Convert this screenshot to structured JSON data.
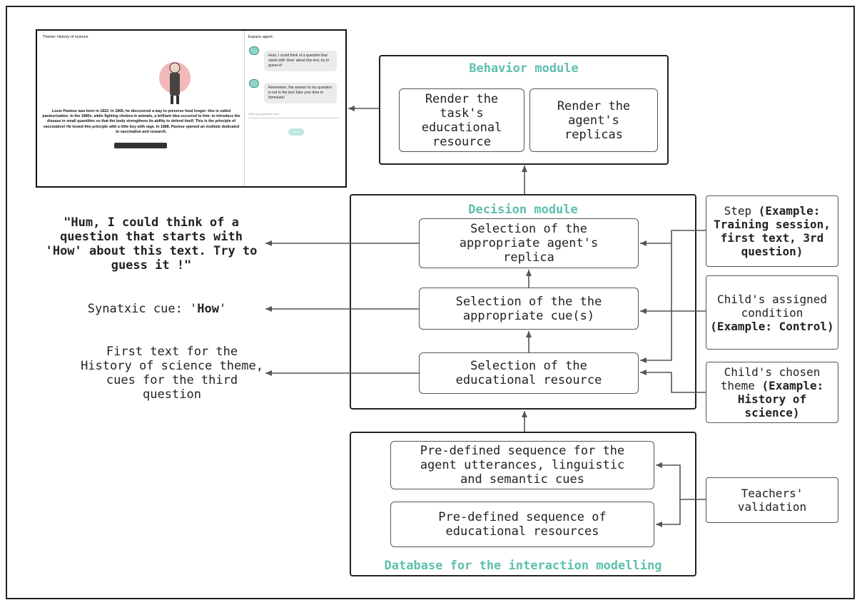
{
  "screenshot": {
    "theme": "Theme: History of science",
    "agent_label": "Espace agent:",
    "story": "Louis Pasteur was born in 1822. In 1865, he discovered a way to preserve food longer: this is called pasteurization. In the 1880s, while fighting cholera in animals, a brilliant idea occurred to him: to introduce the disease in small quantities so that the body strengthens its ability to defend itself. This is the principle of vaccination! He tested this principle with a little boy with rage. In 1888, Pasteur opened an institute dedicated to vaccination and research.",
    "bubbles": [
      "Hum, I could think of a question that starts with 'How' about this text, try to guess it!",
      "Remember, the answer to my question is not in the text.Take your time to formulate!"
    ],
    "input_placeholder": "Write your question here",
    "submit_label": "Submit"
  },
  "behavior_module": {
    "title": "Behavior module",
    "boxes": [
      "Render the\ntask's\neducational\nresource",
      "Render the\nagent's\nreplicas"
    ]
  },
  "decision_module": {
    "title": "Decision module",
    "boxes": [
      "Selection of the\nappropriate agent's\nreplica",
      "Selection of the the\nappropriate cue(s)",
      "Selection of the\neducational resource"
    ]
  },
  "database_module": {
    "title": "Database for the interaction modelling",
    "boxes": [
      "Pre-defined sequence for the\nagent utterances, linguistic\nand semantic cues",
      "Pre-defined sequence of\neducational resources"
    ]
  },
  "inputs": {
    "step_label": "Step",
    "step_example": "(Example: Training session, first text, 3rd question)",
    "condition_label": "Child's assigned condition",
    "condition_example": "(Example: Control)",
    "theme_label": "Child's chosen theme",
    "theme_example": "(Example: History of science)",
    "teachers": "Teachers' validation"
  },
  "outputs": {
    "replica": "\"Hum, I could think of a question that starts with 'How' about this text. Try to guess it !\"",
    "cue_prefix": "Synatxic cue: '",
    "cue_word": "How",
    "cue_suffix": "'",
    "resource": "First text for the History of science theme, cues for the third question"
  },
  "colors": {
    "accent": "#5dbfae",
    "border": "#222222",
    "arrow": "#555555"
  }
}
